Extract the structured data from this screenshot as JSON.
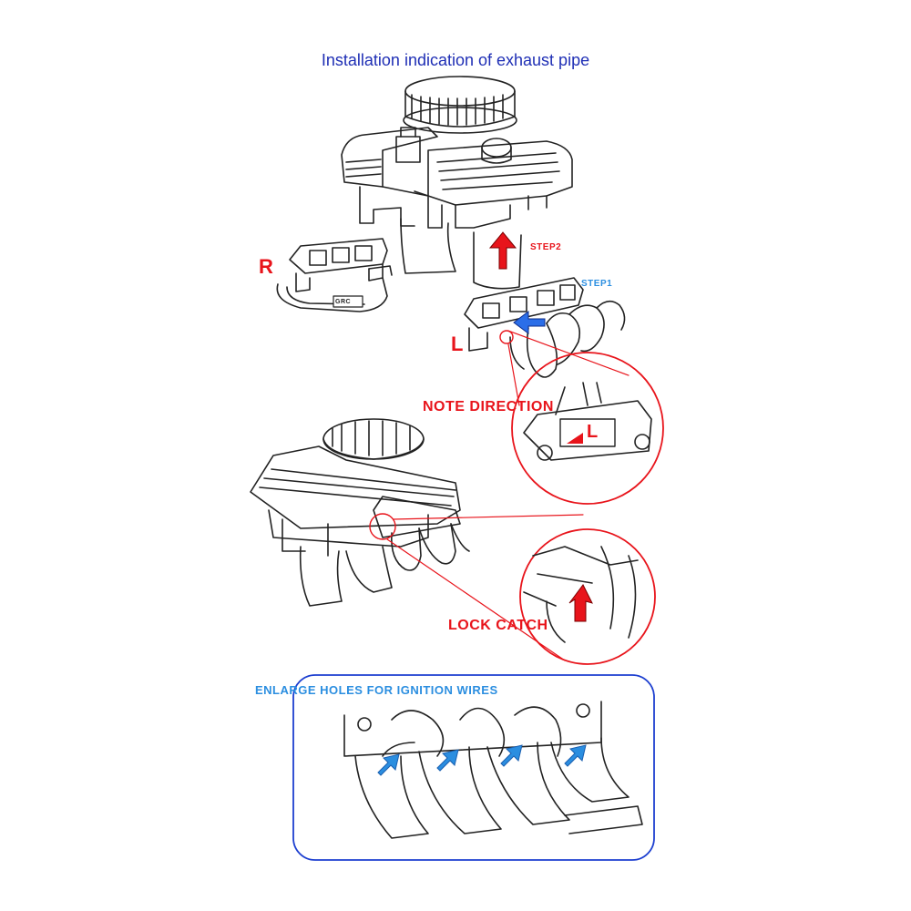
{
  "title": "Installation indication of exhaust pipe",
  "labels": {
    "right_side": "R",
    "left_side": "L",
    "step1": "STEP1",
    "step2": "STEP2",
    "note_direction": "NOTE DIRECTION",
    "lock_catch": "LOCK CATCH",
    "enlarge_holes": "ENLARGE HOLES FOR IGNITION WIRES",
    "brand_mark": "GRC",
    "direction_mark": "L"
  },
  "colors": {
    "title": "#1f2fb5",
    "red_label": "#e8141b",
    "blue_label": "#2b8ee0",
    "panel_border": "#1d3fd0",
    "arrow_blue": "#2b8ee0",
    "arrow_red": "#e8141b",
    "line_art": "#222222"
  },
  "icons": {
    "step1_arrow": "arrow-left-icon",
    "step2_arrow": "arrow-up-icon",
    "wire_arrow": "arrow-diagonal-icon"
  }
}
